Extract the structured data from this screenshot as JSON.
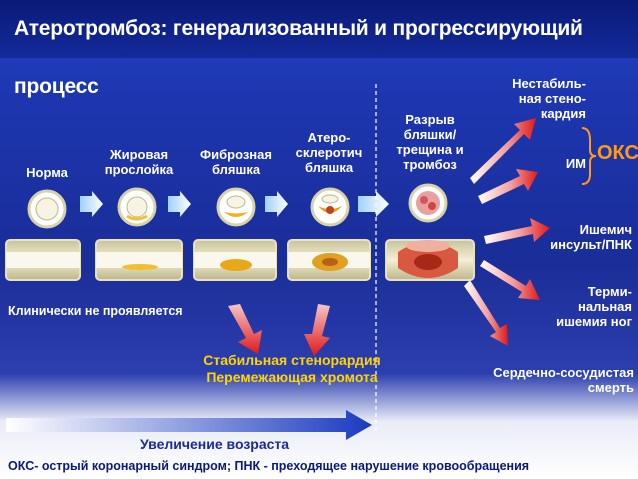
{
  "title": "Атеротромбоз: генерализованный и прогрессирующий процесс",
  "stages": [
    {
      "lines": [
        "Норма"
      ]
    },
    {
      "lines": [
        "Жировая",
        "прослойка"
      ]
    },
    {
      "lines": [
        "Фиброзная",
        "бляшка"
      ]
    },
    {
      "lines": [
        "Атеро-",
        "склеротич",
        "бляшка"
      ]
    },
    {
      "lines": [
        "Разрыв",
        "бляшки/",
        "трещина и",
        "тромбоз"
      ]
    }
  ],
  "outcomes": {
    "unstable": [
      "Нестабиль-",
      "ная стено-",
      "кардия"
    ],
    "mi": "ИМ",
    "acs_abbr": "ОКС",
    "stroke": [
      "Ишемич",
      "инсульт/ПНК"
    ],
    "limb": [
      "Терми-",
      "нальная",
      "ишемия ног"
    ],
    "death": [
      "Сердечно-сосудистая",
      "смерть"
    ]
  },
  "clinical_silent": "Клинически не проявляется",
  "stable": [
    "Стабильная стенорардия",
    "Перемежающая хромота"
  ],
  "age_label": "Увеличение возраста",
  "footnote": "ОКС- острый коронарный синдром; ПНК - преходящее нарушение кровообращения",
  "colors": {
    "title_bg": "#0a1a78",
    "yellow": "#ffd400",
    "orange": "#ff9a1a",
    "arrow_red": "#e02020"
  }
}
